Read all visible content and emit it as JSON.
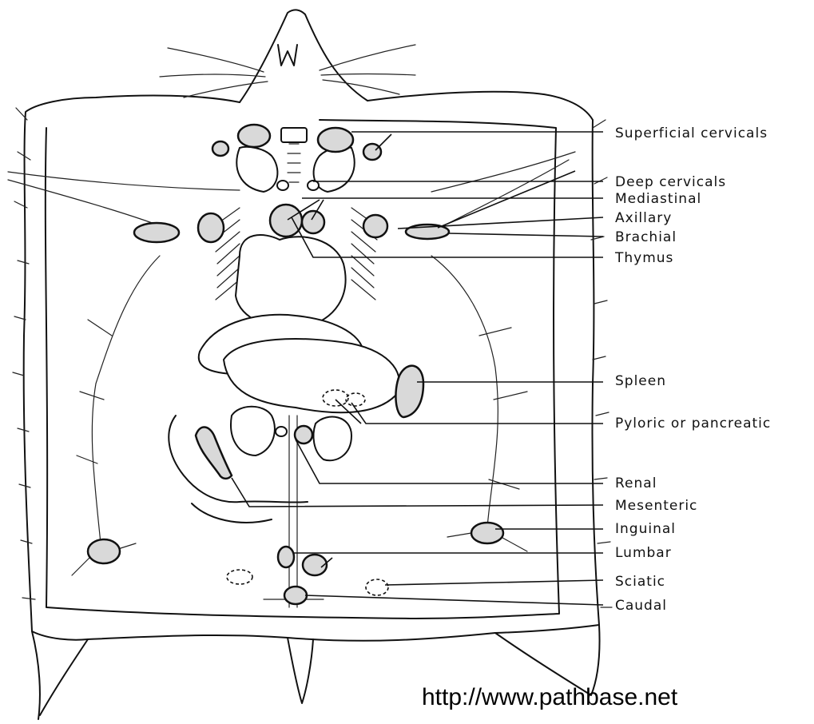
{
  "labels": {
    "superficial_cervicals": "Superficial cervicals",
    "deep_cervicals": "Deep cervicals",
    "mediastinal": "Mediastinal",
    "axillary": "Axillary",
    "brachial": "Brachial",
    "thymus": "Thymus",
    "spleen": "Spleen",
    "pyloric": "Pyloric or pancreatic",
    "renal": "Renal",
    "mesenteric": "Mesenteric",
    "inguinal": "Inguinal",
    "lumbar": "Lumbar",
    "sciatic": "Sciatic",
    "caudal": "Caudal"
  },
  "source_url": "http://www.pathbase.net"
}
